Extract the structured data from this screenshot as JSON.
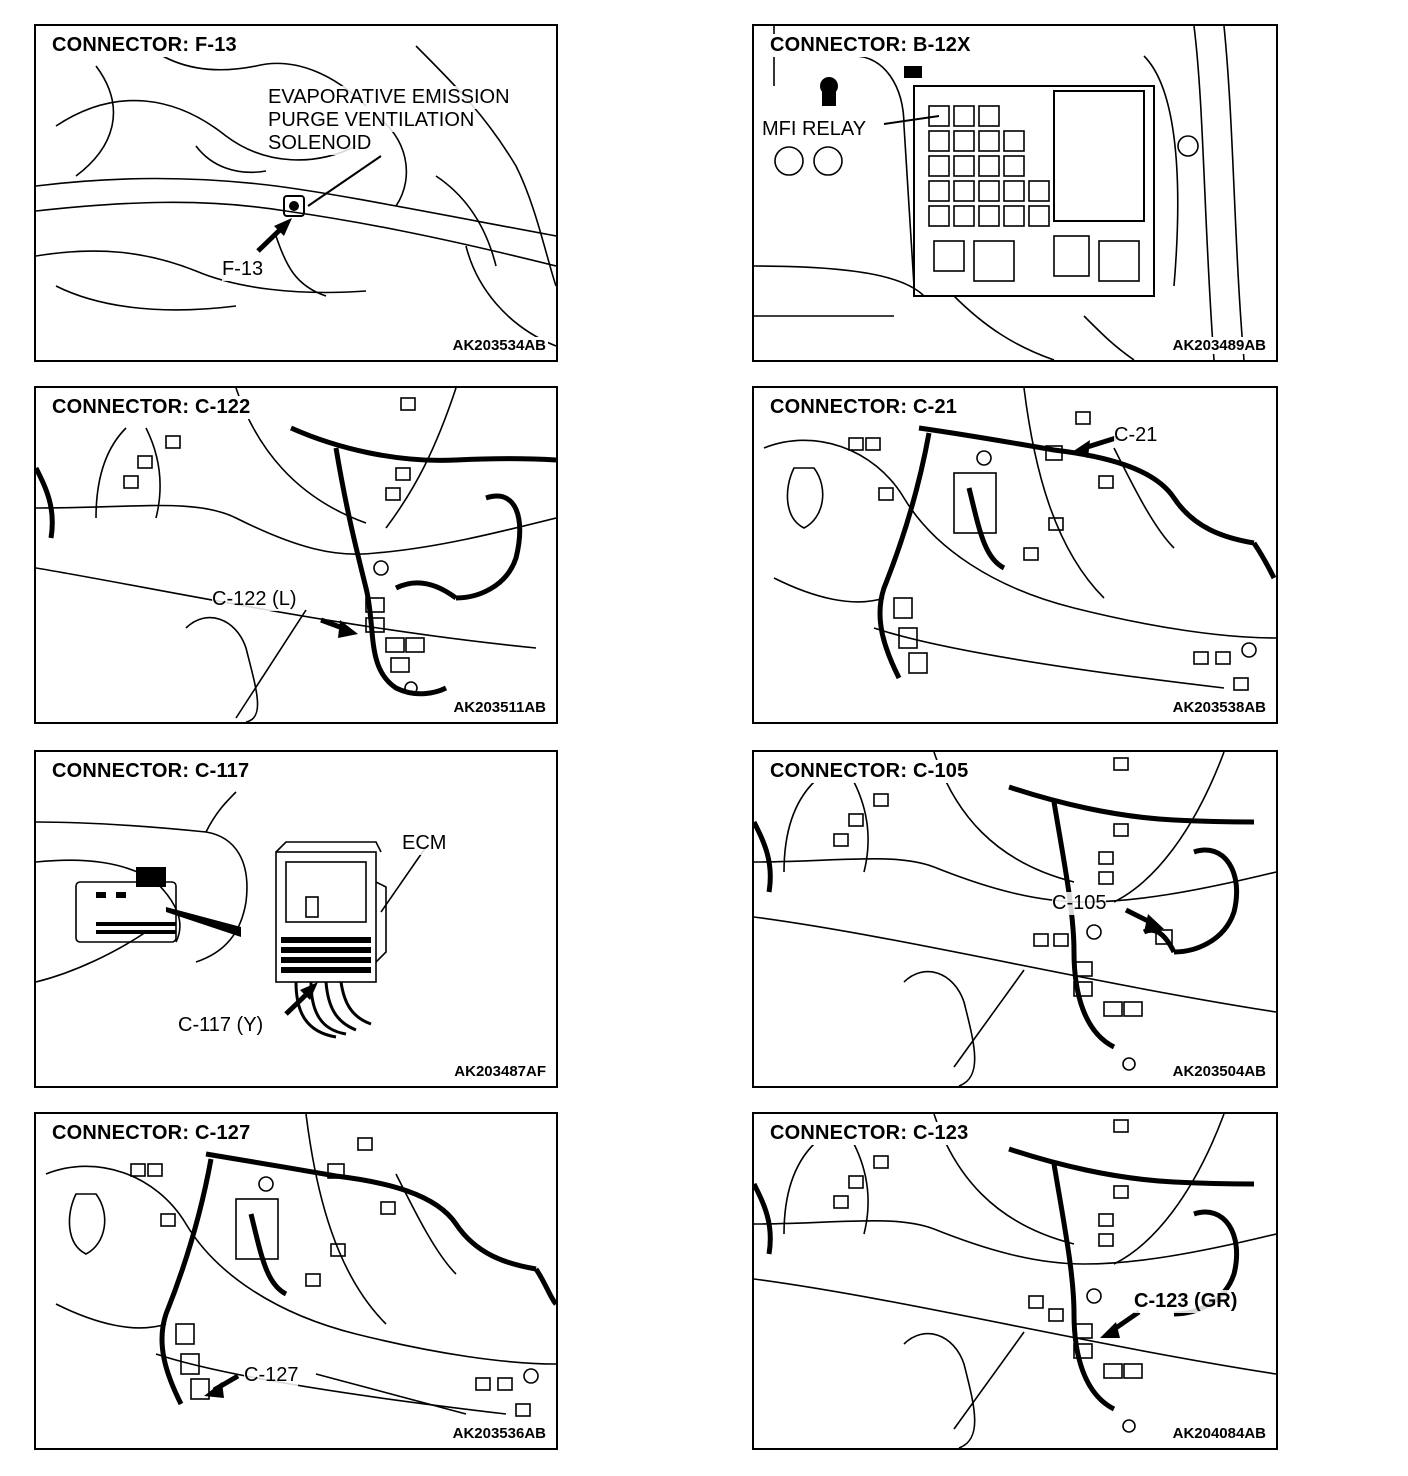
{
  "panels": [
    {
      "title": "CONNECTOR: F-13",
      "code": "AK203534AB",
      "labels": [
        "EVAPORATIVE EMISSION",
        "PURGE VENTILATION",
        "SOLENOID",
        "F-13"
      ]
    },
    {
      "title": "CONNECTOR: B-12X",
      "code": "AK203489AB",
      "labels": [
        "MFI RELAY"
      ]
    },
    {
      "title": "CONNECTOR: C-122",
      "code": "AK203511AB",
      "labels": [
        "C-122 (L)"
      ]
    },
    {
      "title": "CONNECTOR: C-21",
      "code": "AK203538AB",
      "labels": [
        "C-21"
      ]
    },
    {
      "title": "CONNECTOR: C-117",
      "code": "AK203487AF",
      "labels": [
        "ECM",
        "C-117 (Y)"
      ]
    },
    {
      "title": "CONNECTOR: C-105",
      "code": "AK203504AB",
      "labels": [
        "C-105"
      ]
    },
    {
      "title": "CONNECTOR: C-127",
      "code": "AK203536AB",
      "labels": [
        "C-127"
      ]
    },
    {
      "title": "CONNECTOR: C-123",
      "code": "AK204084AB",
      "labels": [
        "C-123 (GR)"
      ]
    }
  ]
}
